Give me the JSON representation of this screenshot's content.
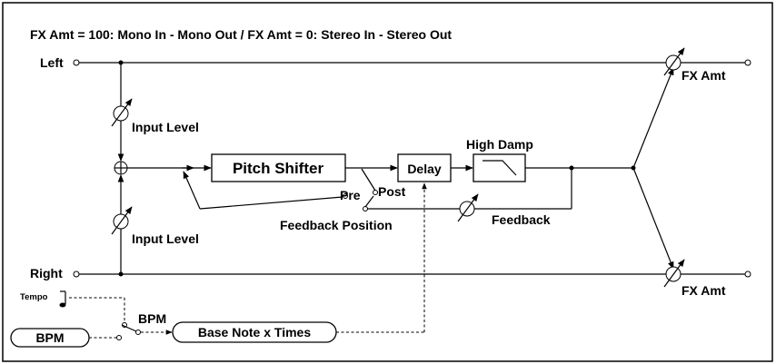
{
  "header": {
    "title": "FX Amt = 100: Mono In - Mono Out  /  FX Amt = 0: Stereo In - Stereo Out"
  },
  "io": {
    "left_in": "Left",
    "right_in": "Right",
    "fx_amt_top": "FX Amt",
    "fx_amt_bottom": "FX Amt"
  },
  "blocks": {
    "pitch_shifter": "Pitch Shifter",
    "delay": "Delay",
    "high_damp": "High Damp",
    "base_note": "Base Note x Times",
    "bpm_box": "BPM"
  },
  "labels": {
    "input_level_top": "Input Level",
    "input_level_bottom": "Input Level",
    "pre": "Pre",
    "post": "Post",
    "feedback_position": "Feedback Position",
    "feedback": "Feedback",
    "bpm_switch": "BPM",
    "tempo": "Tempo"
  }
}
